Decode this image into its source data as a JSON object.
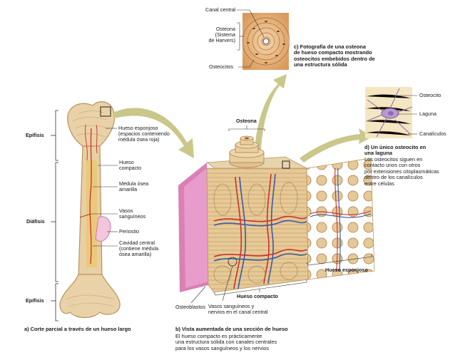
{
  "left_panel": {
    "epifisis_top": "Epífisis",
    "diafisis": "Diáfisis",
    "epifisis_bottom": "Epífisis",
    "hueso_esponjoso": "Hueso esponjoso\n(espacios conteniendo\nmédula ósea roja)",
    "hueso_compacto": "Hueso\ncompacto",
    "medula_amarilla": "Médula ósea\namarilla",
    "vasos": "Vasos\nsanguíneos",
    "periostio": "Periostio",
    "cavidad": "Cavidad central\n(contiene médula\nósea amarilla)",
    "caption": "a) Corte parcial a través de un hueso largo"
  },
  "top_panel": {
    "canal_central": "Canal central",
    "osteona_sistema": "Osteona\n(Sistema\nde Harvers)",
    "osteocitos": "Osteocitos",
    "caption": "c) Fotografía de una osteona\nde hueso compacto mostrando\nosteocitos embebidos dentro de\nuna estructura sólida"
  },
  "right_panel": {
    "osteocito": "Osteocito",
    "laguna": "Laguna",
    "canaliculos": "Canalículos",
    "caption_title": "d) Un único osteocito en\nuna laguna",
    "caption_body": "Los osteocitos siguen en\ncontacto unos con otros\npor extensiones citoplasmáticas\ndentro de los canalículos\nentre células"
  },
  "center_panel": {
    "osteona": "Osteona",
    "hueso_esponjoso": "Hueso esponjoso",
    "hueso_compacto": "Hueso compacto",
    "osteoblastos": "Osteoblastos",
    "vasos_nervios": "Vasos sanguíneos y\nnervios en el canal central",
    "caption_title": "b) Vista aumentada de una sección de hueso",
    "caption_body": "El hueso compacto es prácticamente\nuna estructura sólida con canales centrales\npara los vasos sanguíneos y los nervios"
  },
  "colors": {
    "bone": "#e8cfa4",
    "bone_dark": "#c9a473",
    "marrow_yellow": "#e9c97a",
    "vessel_red": "#c8322a",
    "vessel_blue": "#3a5aa6",
    "periosteum_pink": "#d46aa8",
    "arrow_olive": "#c9c78a"
  }
}
